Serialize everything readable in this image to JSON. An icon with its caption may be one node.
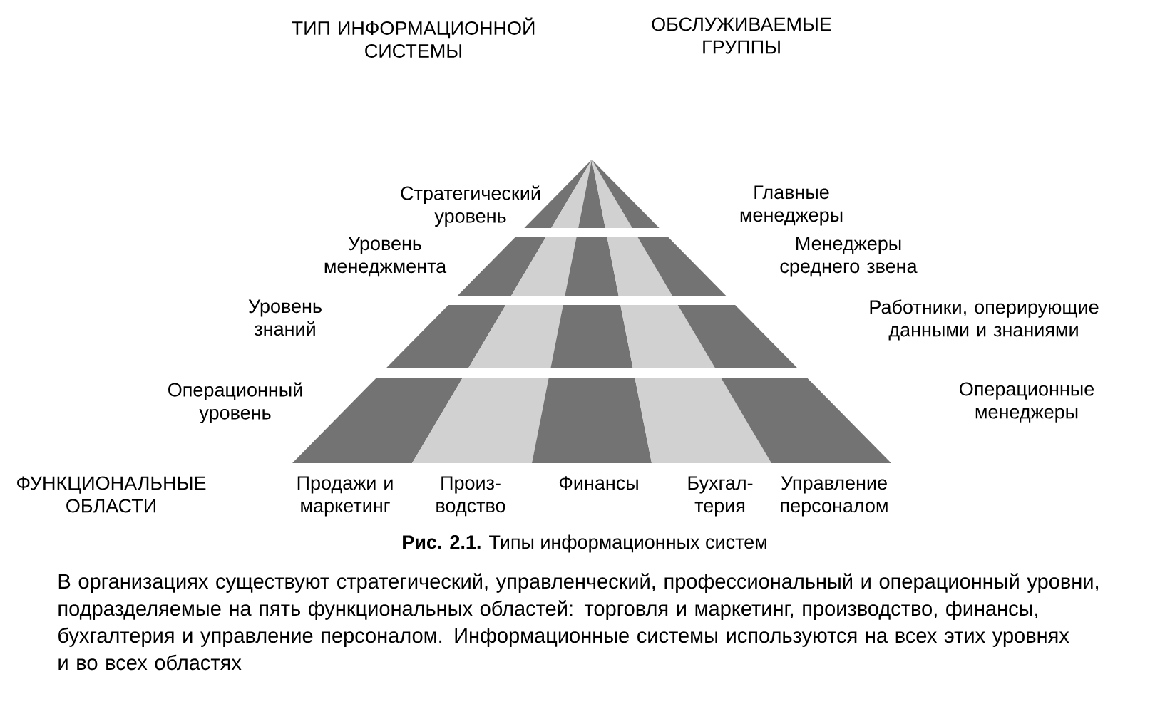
{
  "diagram": {
    "caption": "**Рис. 2.1.** Типы информационных систем",
    "labels": [
      "ТИП ИНФОРМАЦИОННОЙ СИСТЕМЫ",
      "ОБСЛУЖИВАЕМЫЕ ГРУППЫ",
      "Стратегический уровень",
      "Главные менеджеры",
      "Уровень менеджмента",
      "Менеджеры среднего звена",
      "Уровень знаний",
      "Работники, оперирующие данными и знаниями",
      "Операционный уровень",
      "Операционные менеджеры",
      "ФУНКЦИОНАЛЬНЫЕ ОБЛАСТИ",
      "Продажи и маркетинг",
      "Произ- водство",
      "Финансы",
      "Бухгал- терия",
      "Управление персоналом",
      "В организациях существуют стратегический, управленческий, профессиональный и операционный уровни, подразделяемые на пять функциональных областей: торговля и маркетинг, производство, финансы, бухгалтерия и управление персоналом. Информационные системы используются на всех этих уровнях и во всех областях"
    ]
  }
}
